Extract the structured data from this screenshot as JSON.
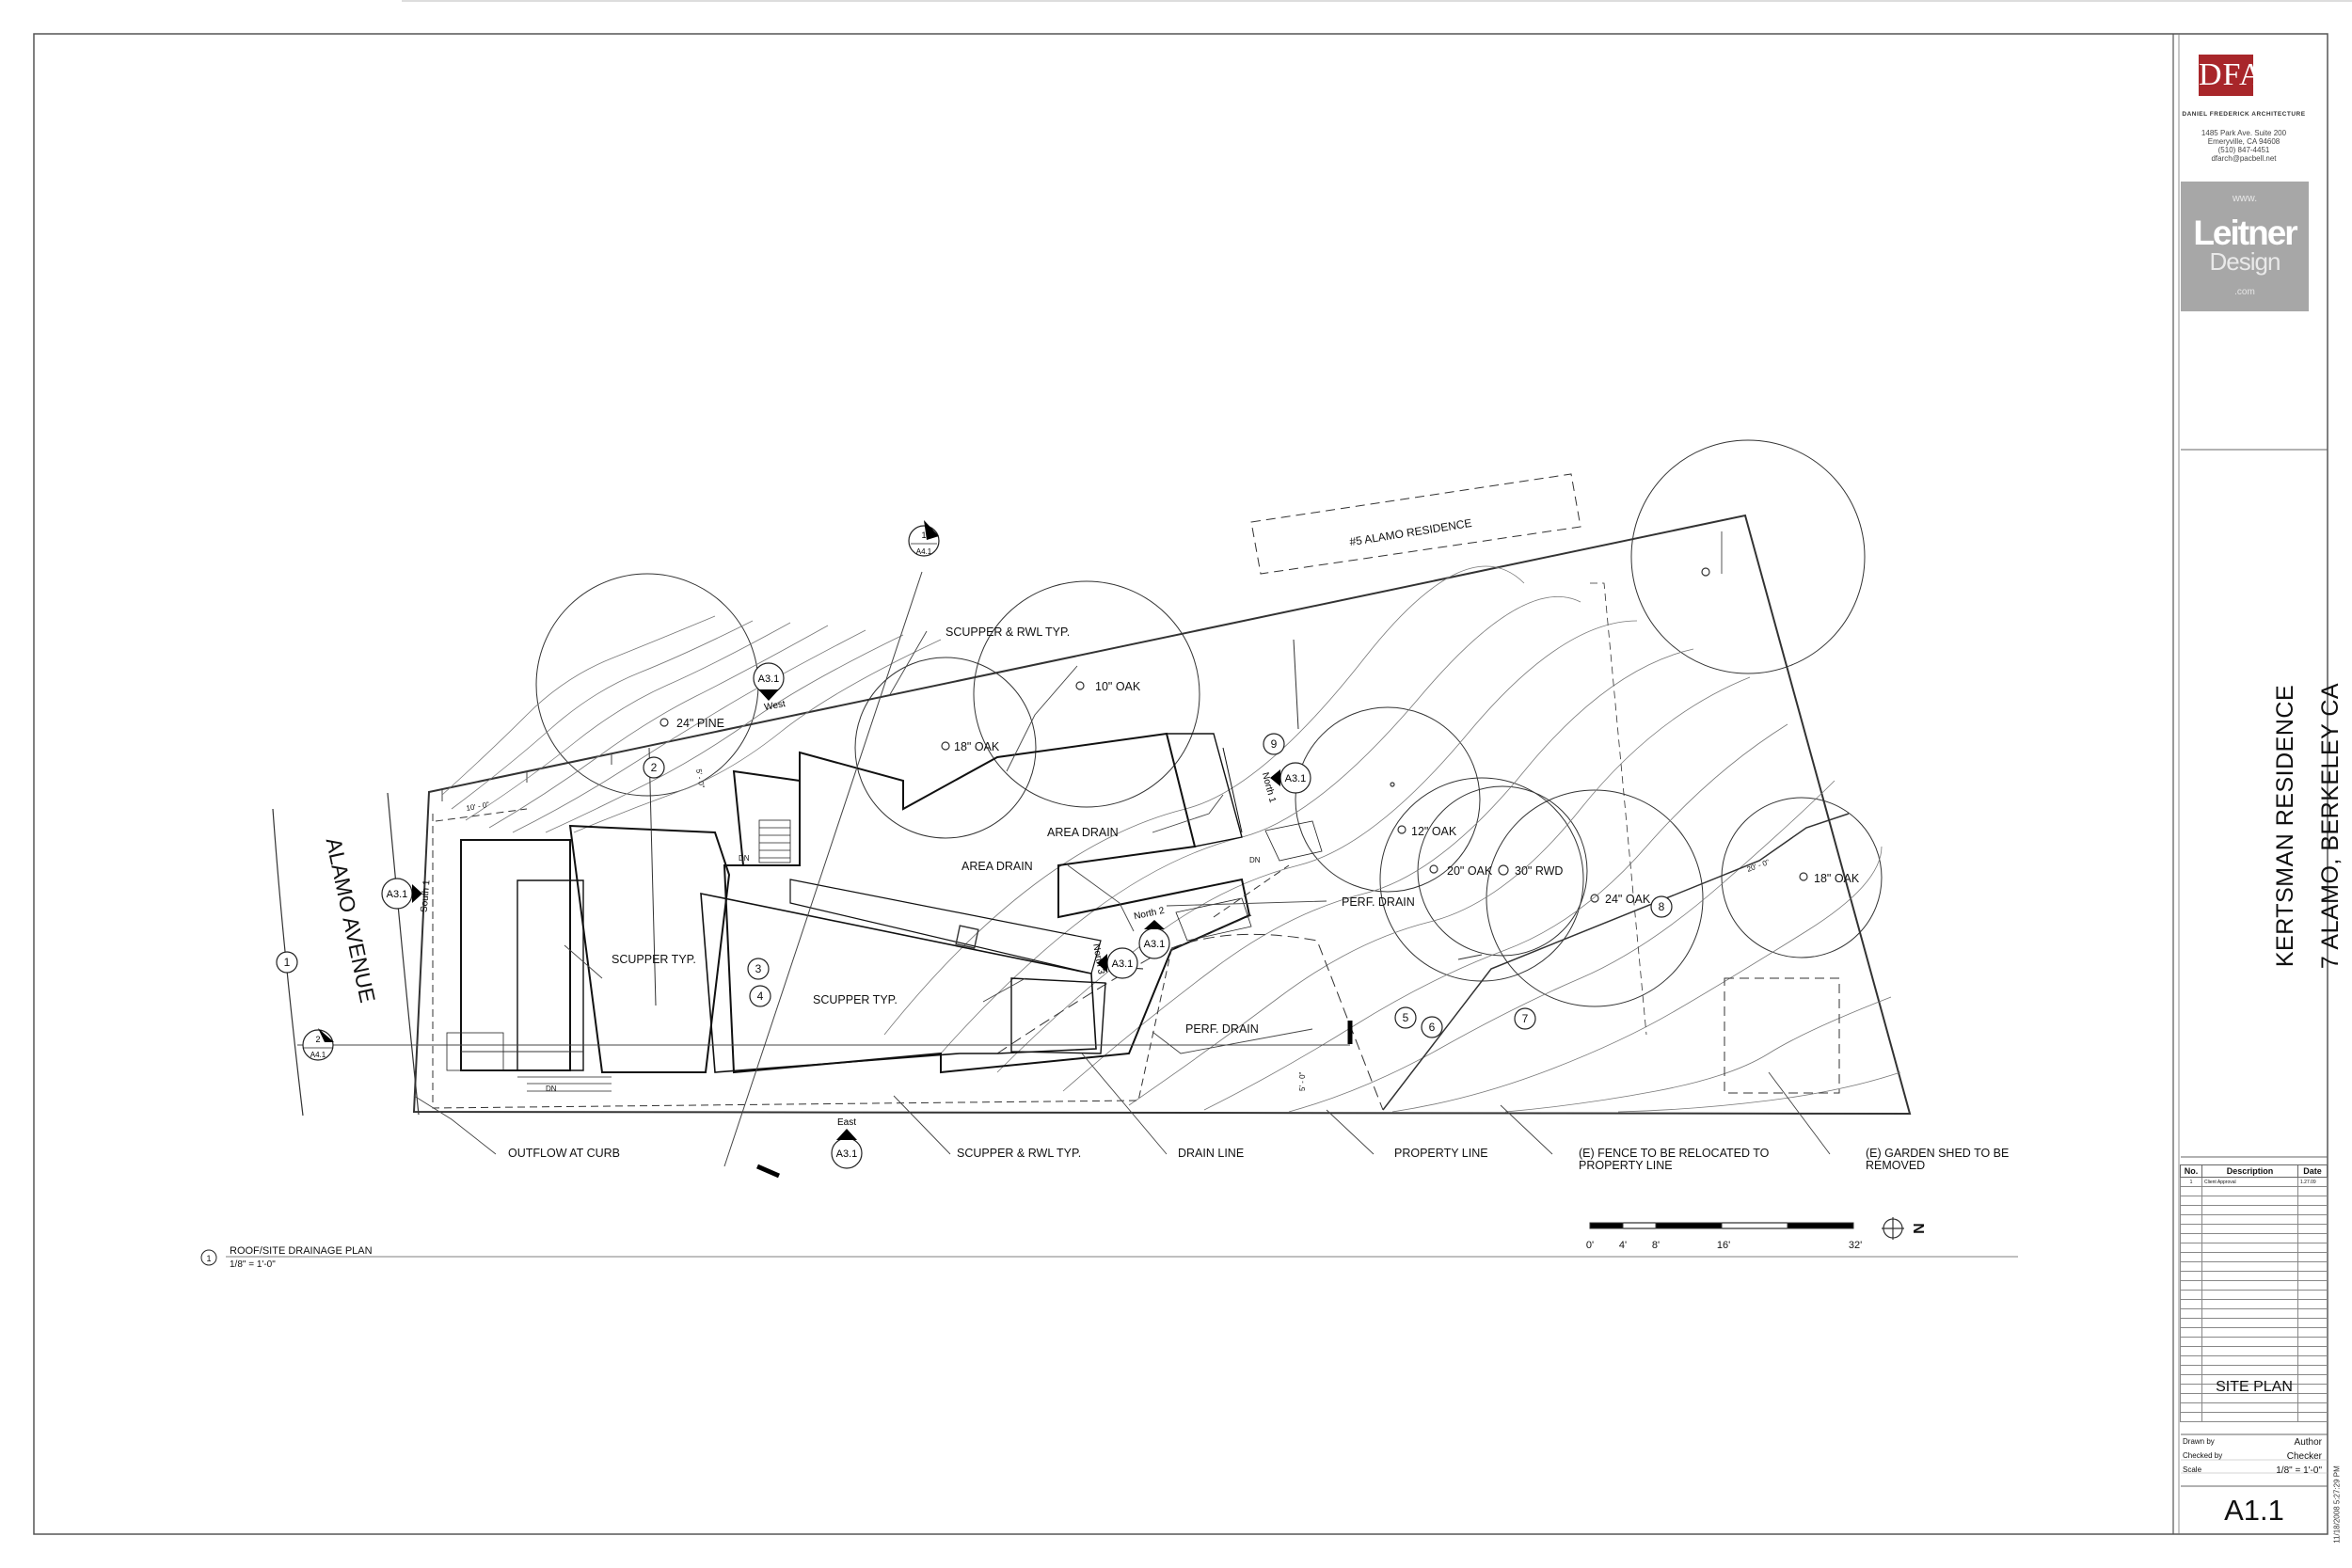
{
  "drawing": {
    "street": "ALAMO AVENUE",
    "neighbor": "#5 ALAMO RESIDENCE",
    "labels": {
      "scupper_rwl_top": "SCUPPER & RWL TYP.",
      "area_drain_1": "AREA DRAIN",
      "area_drain_2": "AREA DRAIN",
      "scupper_typ_1": "SCUPPER TYP.",
      "scupper_typ_2": "SCUPPER TYP.",
      "perf_drain_1": "PERF. DRAIN",
      "perf_drain_2": "PERF. DRAIN",
      "outflow": "OUTFLOW AT CURB",
      "scupper_rwl_bottom": "SCUPPER & RWL TYP.",
      "drain_line": "DRAIN LINE",
      "property_line": "PROPERTY LINE",
      "fence_1": "(E) FENCE TO BE RELOCATED TO",
      "fence_2": "PROPERTY LINE",
      "shed_1": "(E) GARDEN SHED TO BE",
      "shed_2": "REMOVED",
      "dn1": "DN",
      "dn2": "DN",
      "dn3": "DN",
      "dim_10": "10' - 0\"",
      "dim_20": "20' - 0\"",
      "dim_5": "5' - 0\"",
      "dim_v": "5' - 0\""
    },
    "trees": [
      {
        "label": "24\" PINE"
      },
      {
        "label": "18\" OAK"
      },
      {
        "label": "10\" OAK"
      },
      {
        "label": "12\" OAK"
      },
      {
        "label": "20\" OAK"
      },
      {
        "label": "30\" RWD"
      },
      {
        "label": "24\" OAK"
      },
      {
        "label": "18\" OAK"
      }
    ],
    "elev_tags": {
      "west": "West",
      "north1": "North 1",
      "north2": "North 2",
      "north3": "North 3",
      "south1": "South 1",
      "east": "East",
      "ref": "A3.1"
    },
    "section_tags": [
      {
        "num": "1",
        "sheet": "A4.1"
      },
      {
        "num": "2",
        "sheet": "A4.1"
      }
    ],
    "callouts": [
      "1",
      "2",
      "3",
      "4",
      "5",
      "6",
      "7",
      "8",
      "9"
    ],
    "plan_title": "ROOF/SITE DRAINAGE PLAN",
    "plan_number": "1",
    "plan_scale": "1/8\" = 1'-0\"",
    "scale_bar": [
      "0'",
      "4'",
      "8'",
      "16'",
      "32'"
    ],
    "north": "N"
  },
  "titleblock": {
    "firm_logo": "DFA",
    "firm_name": "DANIEL FREDERICK ARCHITECTURE",
    "address": [
      "1485 Park Ave. Suite 200",
      "Emeryville, CA 94608",
      "(510) 847-4451",
      "dfarch@pacbell.net"
    ],
    "partner_www": "www.",
    "partner_name": "Leitner",
    "partner_sub": "Design",
    "partner_com": ".com",
    "project_name": "KERTSMAN RESIDENCE",
    "project_address": "7 ALAMO, BERKELEY CA",
    "revision_headers": [
      "No.",
      "Description",
      "Date"
    ],
    "revisions": [
      {
        "no": "1",
        "desc": "Client Approval",
        "date": "1.27.09"
      }
    ],
    "sheet_title": "SITE PLAN",
    "drawn_by_label": "Drawn by",
    "drawn_by": "Author",
    "checked_by_label": "Checked by",
    "checked_by": "Checker",
    "scale_label": "Scale",
    "scale": "1/8\" = 1'-0\"",
    "sheet_number": "A1.1",
    "print_stamp": "11/18/2008 5:27:29 PM"
  }
}
